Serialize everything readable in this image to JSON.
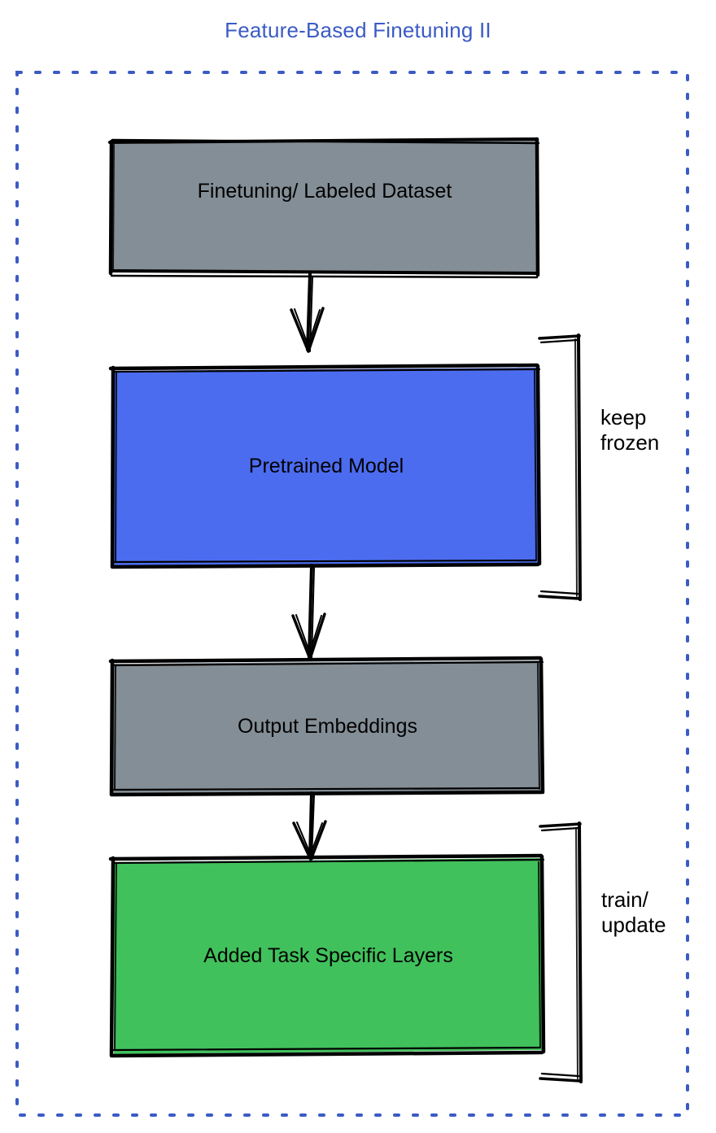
{
  "title": "Feature-Based Finetuning II",
  "colors": {
    "title": "#3b5bc4",
    "frame_dash": "#3b5bc4",
    "gray_fill": "#848e96",
    "blue_fill": "#4c6cf0",
    "green_fill": "#41c15c",
    "stroke": "#000000",
    "background": "#ffffff"
  },
  "nodes": [
    {
      "id": "dataset",
      "label": "Finetuning/ Labeled Dataset",
      "fill": "#848e96"
    },
    {
      "id": "model",
      "label": "Pretrained Model",
      "fill": "#4c6cf0"
    },
    {
      "id": "embed",
      "label": "Output Embeddings",
      "fill": "#848e96"
    },
    {
      "id": "layers",
      "label": "Added Task Specific Layers",
      "fill": "#41c15c"
    }
  ],
  "brackets": [
    {
      "id": "keep-frozen",
      "line1": "keep",
      "line2": "frozen",
      "label": "keep\nfrozen"
    },
    {
      "id": "train-update",
      "line1": "train/",
      "line2": "update",
      "label": "train/\nupdate"
    }
  ],
  "flow": {
    "arrows": [
      {
        "from": "dataset",
        "to": "model"
      },
      {
        "from": "model",
        "to": "embed"
      },
      {
        "from": "embed",
        "to": "layers"
      }
    ]
  }
}
